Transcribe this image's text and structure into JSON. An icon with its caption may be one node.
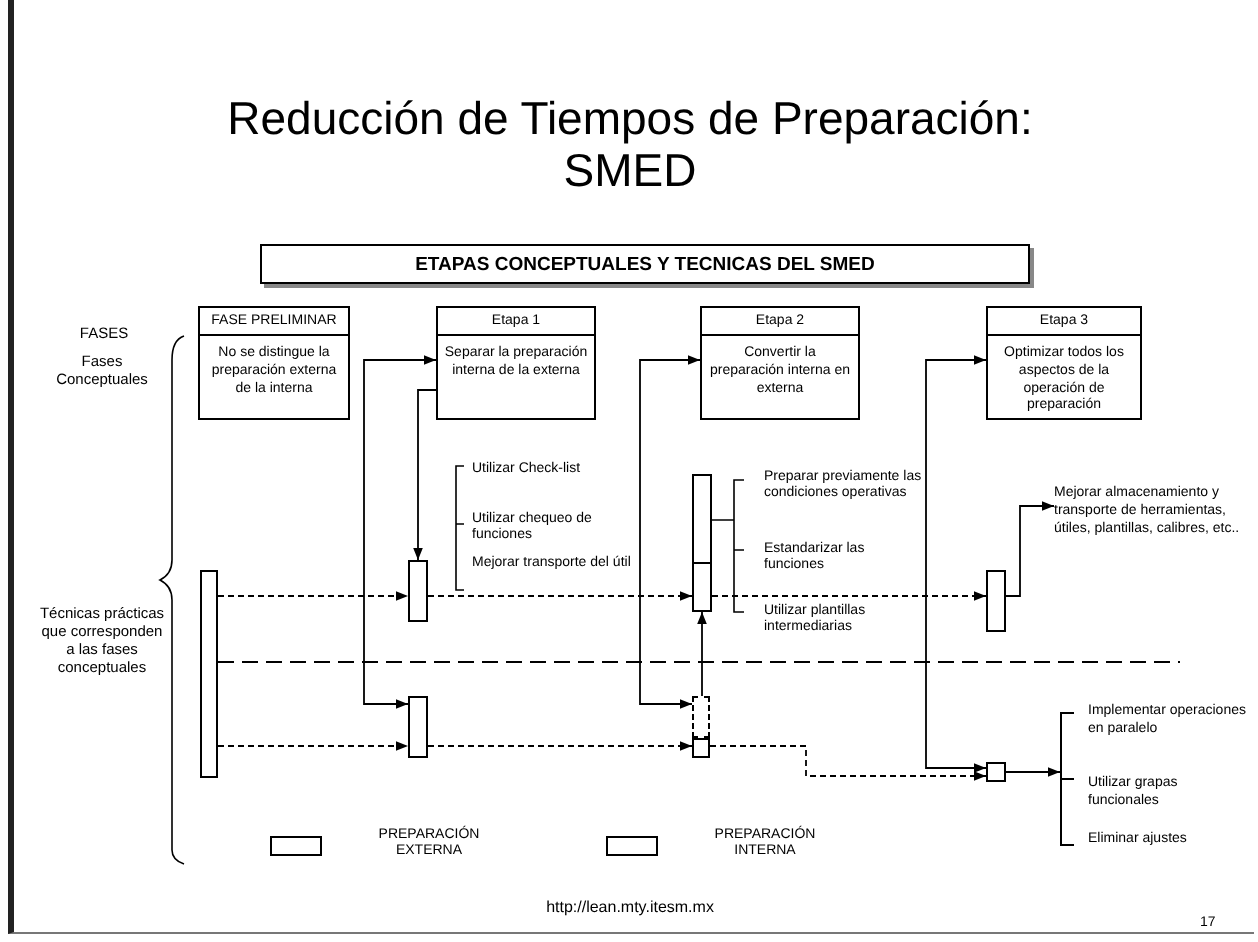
{
  "diagram": {
    "title": "Reducción de Tiempos de Preparación: SMED",
    "nodes": [
      {
        "text": [
          "FASE PRELIMINAR",
          "No se distingue la preparación externa de la interna"
        ]
      },
      {
        "text": [
          "Etapa 1",
          "Separar la preparación interna de la externa"
        ]
      },
      {
        "text": [
          "Etapa 2",
          "Convertir la preparación interna en externa"
        ]
      },
      {
        "text": [
          "Etapa 3",
          "Optimizar todos los aspectos de la operación de preparación"
        ]
      },
      {
        "text": [],
        "shape": "bar"
      },
      {
        "text": [],
        "shape": "bar"
      },
      {
        "text": [],
        "shape": "bar"
      },
      {
        "text": [],
        "shape": "bar"
      },
      {
        "text": [],
        "shape": "box"
      },
      {
        "text": [],
        "shape": "box"
      },
      {
        "text": [],
        "shape": "bar"
      },
      {
        "text": [],
        "shape": "box"
      },
      {
        "text": [
          "Mejorar almacenamiento y transporte de herramientas, útiles, plantillas, calibres, etc.."
        ]
      },
      {
        "text": [
          "Implementar operaciones en paralelo",
          "Utilizar grapas funcionales",
          "Eliminar ajustes"
        ]
      }
    ],
    "edges": [
      {
        "from": 4,
        "to": 5,
        "arrow": "to",
        "style": "dashed"
      },
      {
        "from": 5,
        "to": 7,
        "arrow": "to",
        "style": "dashed"
      },
      {
        "from": 7,
        "to": 10,
        "arrow": "to",
        "style": "dashed"
      },
      {
        "from": 1,
        "to": 5,
        "arrow": "to"
      },
      {
        "from": 1,
        "to": 6,
        "arrow": "both"
      },
      {
        "from": 4,
        "to": 6,
        "arrow": "to",
        "style": "dashed"
      },
      {
        "from": 6,
        "to": 9,
        "arrow": "to",
        "style": "dashed"
      },
      {
        "from": 2,
        "to": 8,
        "arrow": "both"
      },
      {
        "from": 8,
        "to": 7,
        "arrow": "to"
      },
      {
        "from": 9,
        "to": 11,
        "arrow": "to",
        "style": "dashed"
      },
      {
        "from": 3,
        "to": 11,
        "arrow": "both"
      },
      {
        "from": 10,
        "to": 12,
        "arrow": "to"
      },
      {
        "from": 11,
        "to": 13,
        "arrow": "to"
      }
    ],
    "labels": [
      "ETAPAS CONCEPTUALES Y TECNICAS DEL SMED",
      "FASES",
      "Fases Conceptuales",
      "Técnicas prácticas que corresponden a las fases conceptuales",
      "Utilizar Check-list",
      "Utilizar chequeo de funciones",
      "Mejorar transporte del útil",
      "Preparar previamente las condiciones operativas",
      "Estandarizar las funciones",
      "Utilizar plantillas intermediarias",
      "http://lean.mty.itesm.mx",
      "17"
    ],
    "legend": [
      {
        "text": "PREPARACIÓN EXTERNA"
      },
      {
        "text": "PREPARACIÓN INTERNA"
      }
    ]
  }
}
